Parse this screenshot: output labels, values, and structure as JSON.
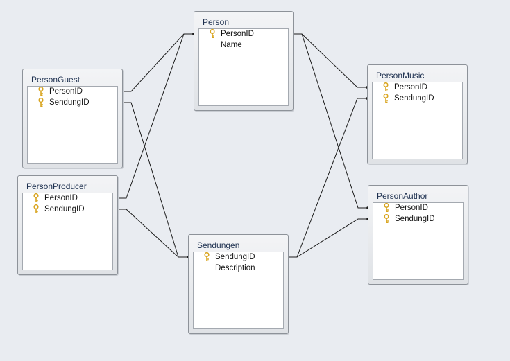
{
  "tables": [
    {
      "id": "person",
      "title": "Person",
      "fields": [
        {
          "name": "PersonID",
          "key": true
        },
        {
          "name": "Name",
          "key": false
        }
      ]
    },
    {
      "id": "person-guest",
      "title": "PersonGuest",
      "fields": [
        {
          "name": "PersonID",
          "key": true
        },
        {
          "name": "SendungID",
          "key": true
        }
      ]
    },
    {
      "id": "person-producer",
      "title": "PersonProducer",
      "fields": [
        {
          "name": "PersonID",
          "key": true
        },
        {
          "name": "SendungID",
          "key": true
        }
      ]
    },
    {
      "id": "sendungen",
      "title": "Sendungen",
      "fields": [
        {
          "name": "SendungID",
          "key": true
        },
        {
          "name": "Description",
          "key": false
        }
      ]
    },
    {
      "id": "person-music",
      "title": "PersonMusic",
      "fields": [
        {
          "name": "PersonID",
          "key": true
        },
        {
          "name": "SendungID",
          "key": true
        }
      ]
    },
    {
      "id": "person-author",
      "title": "PersonAuthor",
      "fields": [
        {
          "name": "PersonID",
          "key": true
        },
        {
          "name": "SendungID",
          "key": true
        }
      ]
    }
  ],
  "relationships": [
    {
      "from": "person-guest.PersonID",
      "to": "person.PersonID"
    },
    {
      "from": "person-guest.SendungID",
      "to": "sendungen.SendungID"
    },
    {
      "from": "person-producer.PersonID",
      "to": "person.PersonID"
    },
    {
      "from": "person-producer.SendungID",
      "to": "sendungen.SendungID"
    },
    {
      "from": "person-music.PersonID",
      "to": "person.PersonID"
    },
    {
      "from": "person-music.SendungID",
      "to": "sendungen.SendungID"
    },
    {
      "from": "person-author.PersonID",
      "to": "person.PersonID"
    },
    {
      "from": "person-author.SendungID",
      "to": "sendungen.SendungID"
    }
  ],
  "colors": {
    "background": "#e9ecf1",
    "link": "#1a1a1a",
    "key_icon": "#d9a520"
  }
}
